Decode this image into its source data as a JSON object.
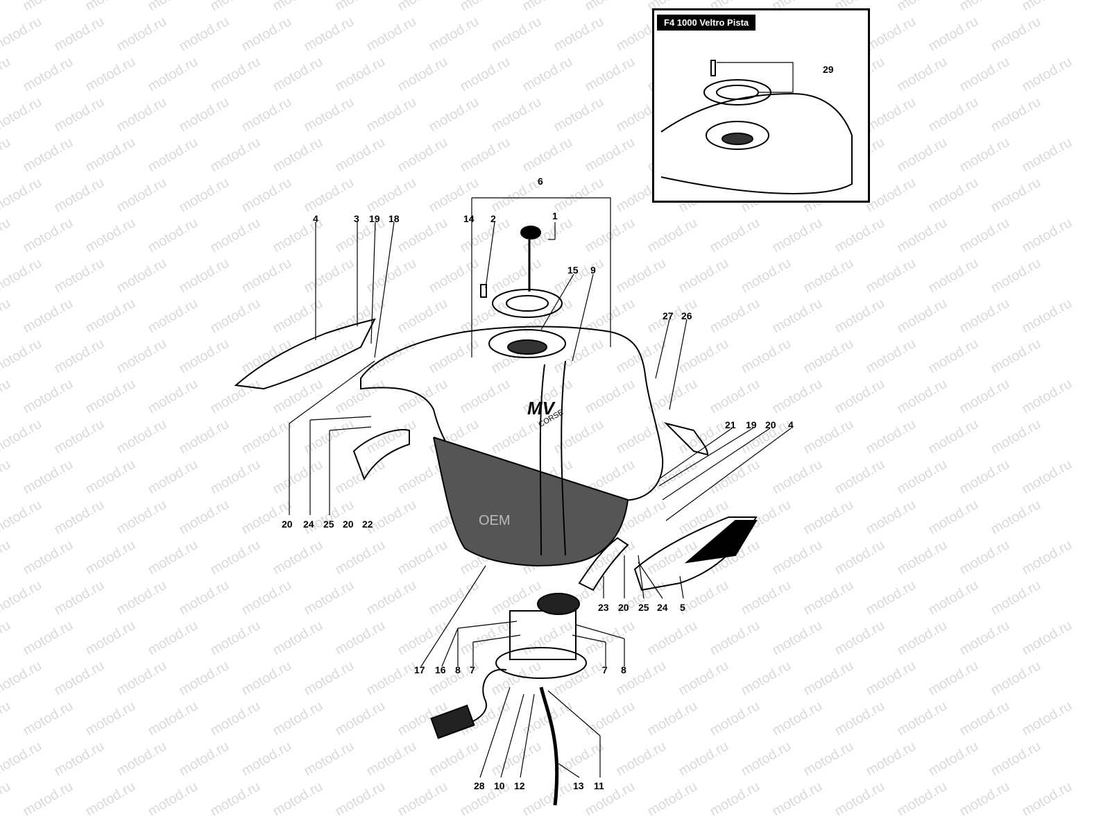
{
  "watermark": "motod.ru",
  "inset": {
    "title": "F4 1000 Veltro Pista",
    "callouts": [
      "29"
    ]
  },
  "tank_text": {
    "logo_mv": "MV",
    "logo_corse": "CORSE",
    "side_text": "OEM"
  },
  "callouts": [
    "6",
    "14",
    "2",
    "1",
    "15",
    "9",
    "4",
    "3",
    "19",
    "18",
    "27",
    "26",
    "21",
    "19",
    "20",
    "4",
    "20",
    "24",
    "25",
    "20",
    "22",
    "23",
    "20",
    "25",
    "24",
    "5",
    "17",
    "16",
    "8",
    "7",
    "7",
    "8",
    "28",
    "10",
    "12",
    "13",
    "11"
  ]
}
